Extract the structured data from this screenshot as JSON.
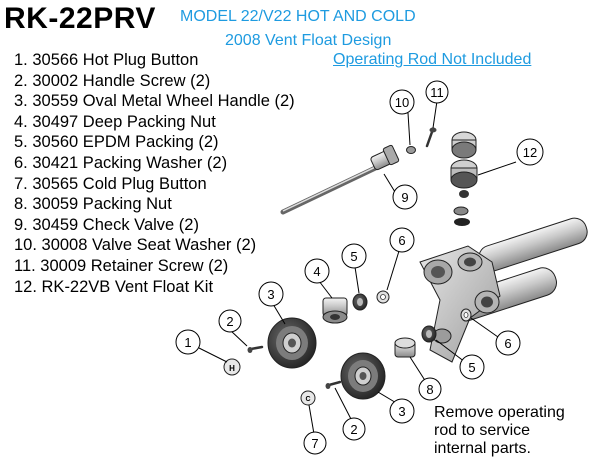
{
  "title": "RK-22PRV",
  "subtitle_model": "MODEL 22/V22 HOT AND COLD",
  "subtitle_design": "2008 Vent Float Design",
  "operating_rod_note": "Operating Rod Not Included",
  "accent_color": "#1e9be0",
  "parts": [
    {
      "label": "1. 30566 Hot Plug Button"
    },
    {
      "label": "2. 30002 Handle Screw (2)"
    },
    {
      "label": "3. 30559 Oval Metal Wheel Handle (2)"
    },
    {
      "label": "4. 30497 Deep Packing Nut"
    },
    {
      "label": "5. 30560 EPDM Packing (2)"
    },
    {
      "label": "6. 30421 Packing  Washer (2)"
    },
    {
      "label": "7. 30565 Cold Plug Button"
    },
    {
      "label": "8. 30059 Packing Nut"
    },
    {
      "label": "9. 30459 Check Valve (2)"
    },
    {
      "label": "10. 30008 Valve Seat Washer (2)"
    },
    {
      "label": "11. 30009 Retainer Screw (2)"
    },
    {
      "label": "12. RK-22VB Vent Float Kit"
    }
  ],
  "callouts": [
    "1",
    "2",
    "3",
    "4",
    "5",
    "6",
    "7",
    "2",
    "3",
    "8",
    "5",
    "6",
    "9",
    "10",
    "11",
    "12"
  ],
  "plug_marks": {
    "hot": "H",
    "cold": "C"
  },
  "service_note": [
    "Remove operating",
    "rod to service",
    "internal parts."
  ]
}
